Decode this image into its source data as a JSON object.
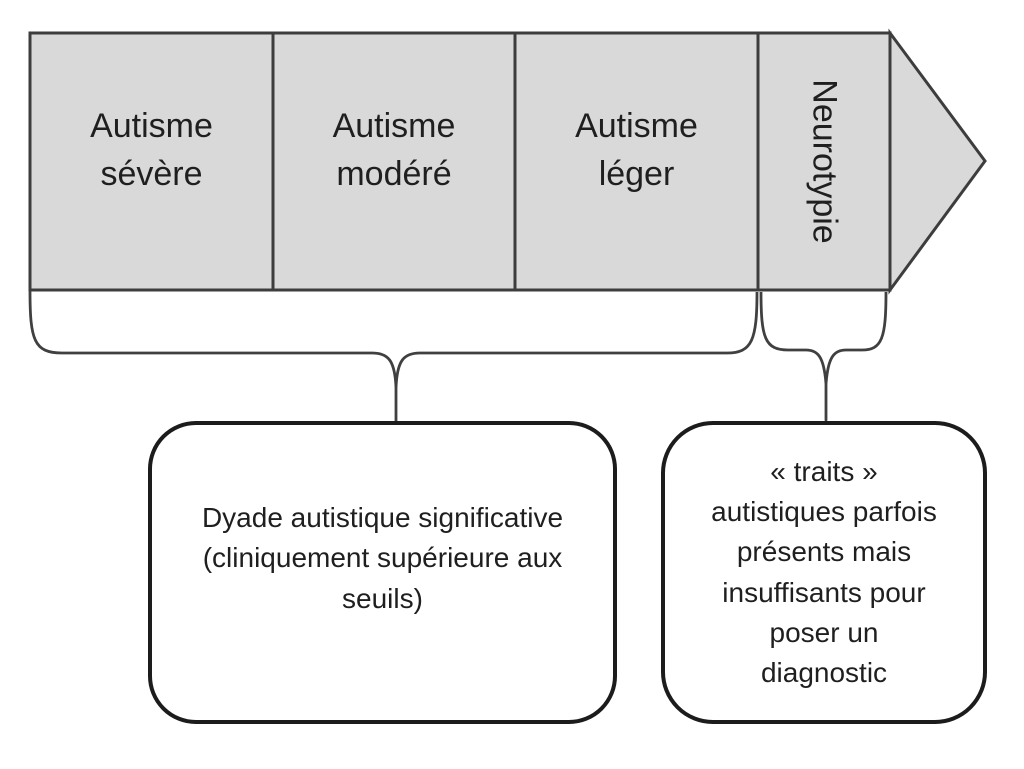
{
  "band": {
    "segments": [
      {
        "label": "Autisme\nsévère",
        "orientation": "horizontal"
      },
      {
        "label": "Autisme\nmodéré",
        "orientation": "horizontal"
      },
      {
        "label": "Autisme\nléger",
        "orientation": "horizontal"
      },
      {
        "label": "Neurotypie",
        "orientation": "vertical"
      }
    ],
    "arrow_direction": "right"
  },
  "callouts": [
    {
      "text": "Dyade autistique significative\n(cliniquement supérieure aux\nseuils)"
    },
    {
      "text": "« traits »\nautistiques parfois\nprésents mais\ninsuffisants pour\nposer un\ndiagnostic"
    }
  ],
  "colors": {
    "segment_fill": "#d9d9d9",
    "band_border": "#3d3d3d",
    "brace": "#404040",
    "callout_border": "#1c1c1c",
    "text": "#1f1f1f",
    "background": "#ffffff"
  }
}
